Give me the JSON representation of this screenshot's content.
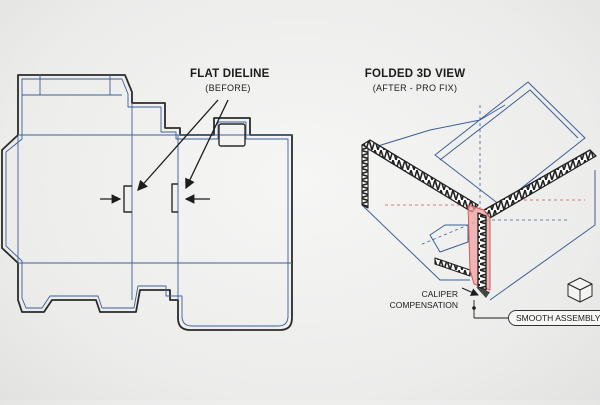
{
  "flat": {
    "title": "FLAT DIELINE",
    "subtitle": "(BEFORE)"
  },
  "folded": {
    "title": "FOLDED 3D VIEW",
    "subtitle": "(AFTER - PRO FIX)"
  },
  "callouts": {
    "caliper_line1": "CALIPER",
    "caliper_line2": "COMPENSATION",
    "smooth_assembly": "SMOOTH ASSEMBLY"
  },
  "colors": {
    "outline": "#2b2b2b",
    "fold_line": "#3d5f98",
    "highlight": "#e98a8a",
    "board_core": "#ffffff"
  }
}
